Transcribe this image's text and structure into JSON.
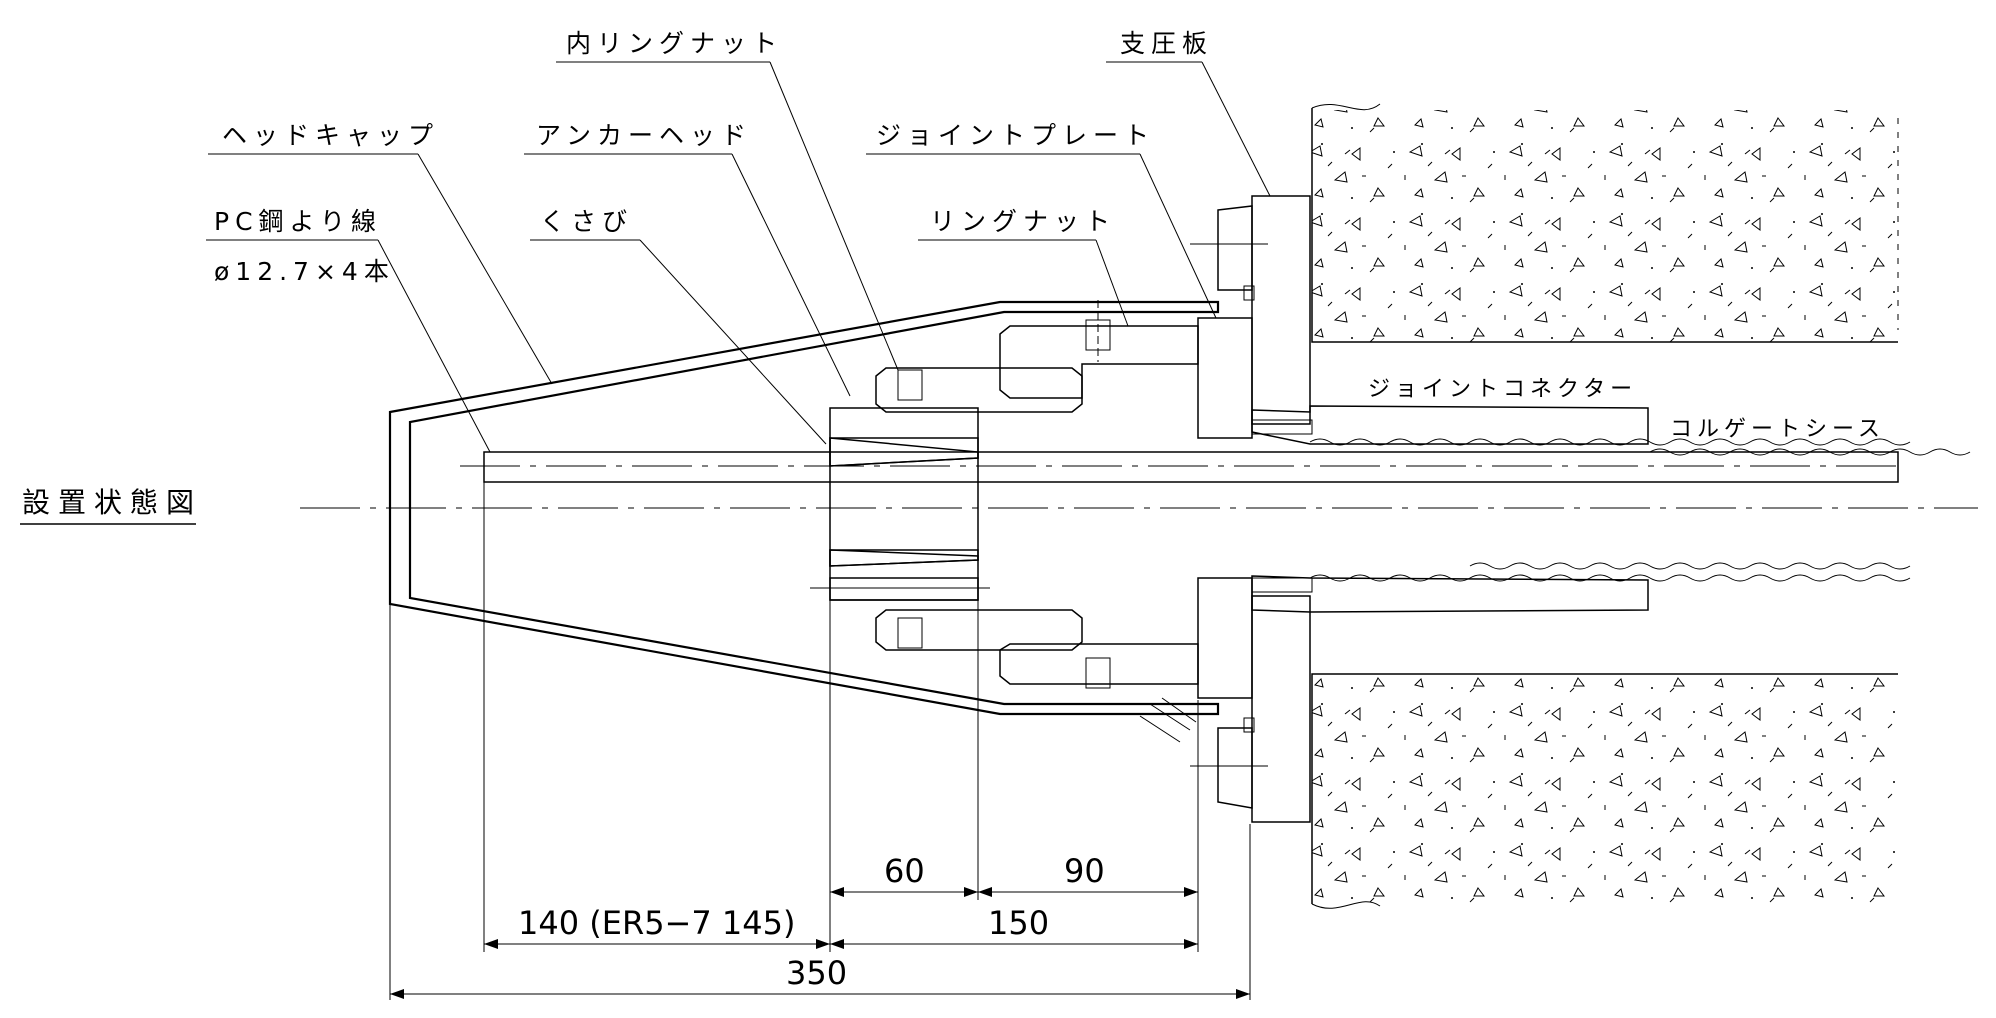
{
  "title": "設置状態図",
  "labels": {
    "inner_ring_nut": "内リングナット",
    "bearing_plate": "支圧板",
    "head_cap": "ヘッドキャップ",
    "anchor_head": "アンカーヘッド",
    "joint_plate": "ジョイントプレート",
    "pc_strand": "PC鋼より線",
    "strand_spec": "ø12.7×4本",
    "wedge": "くさび",
    "ring_nut": "リングナット",
    "joint_connector": "ジョイントコネクター",
    "corrugated_sheath": "コルゲートシース"
  },
  "dimensions": {
    "d60": "60",
    "d90": "90",
    "d140": "140 (ER5−7 145)",
    "d150": "150",
    "d350": "350"
  }
}
